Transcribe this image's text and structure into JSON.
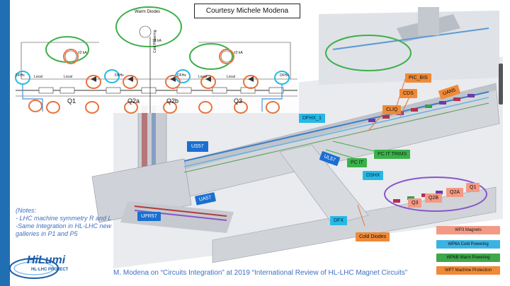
{
  "courtesy": "Courtesy Michele Modena",
  "schematic": {
    "circuit_labels": [
      "Q1",
      "Q2a",
      "Q2b",
      "Q3"
    ],
    "small_labels": [
      "DFHx",
      "Local",
      "Local",
      "DFHx",
      "DFHx",
      "Local",
      "Local",
      "DFHx"
    ],
    "top_box": "Warm Diodes",
    "ps_labels": [
      "±2 kA",
      "±2 kA",
      "±2 kA",
      "18 kA",
      "±2 kA"
    ],
    "vertical_label": "Cold Powering"
  },
  "tags": {
    "pic_bis": "PIC_BIS",
    "cds": "CDS",
    "uan5": "UAN5",
    "cliq": "CLIQ",
    "dfhx1": "DFHX_1",
    "us57": "US57",
    "ul57": "UL57",
    "pc_it_trims": "PC IT TRIMS",
    "pc_it": "PC IT",
    "dshx": "DSHX",
    "ua57": "UA57",
    "upr57": "UPR57",
    "dfx": "DFX",
    "cold_diodes": "Cold Diodes",
    "q1": "Q1",
    "q2a": "Q2A",
    "q2b": "Q2B",
    "q3": "Q3"
  },
  "legend": [
    {
      "label": "WP3 Magnets",
      "color": "#f39a86"
    },
    {
      "label": "WP6A Cold Powering",
      "color": "#3ab3e3"
    },
    {
      "label": "WP6B Warm Powering",
      "color": "#3ea84a"
    },
    {
      "label": "WP7 Machine Protection",
      "color": "#f08a38"
    }
  ],
  "notes": [
    "(Notes:",
    "- LHC machine symmetry R and L",
    "-Same Integration in HL-LHC new",
    "galleries in P1 and P5"
  ],
  "logo": {
    "title": "HiLumi",
    "subtitle": "HL-LHC PROJECT"
  },
  "footer": "M. Modena on “Circuits Integration” at 2019 “International Review of HL-LHC Magnet Circuits”",
  "colors": {
    "accent_blue": "#1f6fb2",
    "highlight_green": "#3bb04a",
    "highlight_orange": "#e8733a",
    "highlight_cyan": "#27b9e6",
    "highlight_purple": "#8a55c9"
  }
}
